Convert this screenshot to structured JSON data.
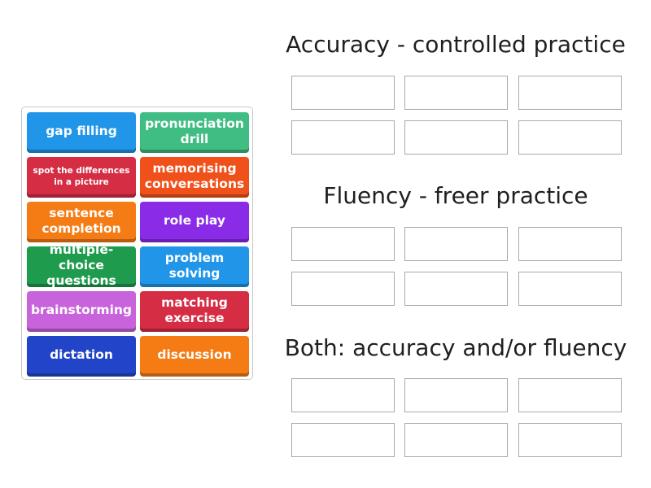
{
  "tiles": [
    {
      "label": "gap filling",
      "color": "#2196e8"
    },
    {
      "label": "pronunciation drill",
      "color": "#3fbd82"
    },
    {
      "label": "spot the differences in a picture",
      "color": "#d42d44"
    },
    {
      "label": "memorising conversations",
      "color": "#f0501a"
    },
    {
      "label": "sentence completion",
      "color": "#f57c15"
    },
    {
      "label": "role play",
      "color": "#8a2be8"
    },
    {
      "label": "multiple-choice questions",
      "color": "#1e9b4c"
    },
    {
      "label": "problem solving",
      "color": "#2196e8"
    },
    {
      "label": "brainstorming",
      "color": "#c863dc"
    },
    {
      "label": "matching exercise",
      "color": "#d42d44"
    },
    {
      "label": "dictation",
      "color": "#2244c9"
    },
    {
      "label": "discussion",
      "color": "#f57c15"
    }
  ],
  "groups": [
    {
      "title": "Accuracy - controlled practice"
    },
    {
      "title": "Fluency - freer practice"
    },
    {
      "title": "Both: accuracy and/or fluency"
    }
  ]
}
